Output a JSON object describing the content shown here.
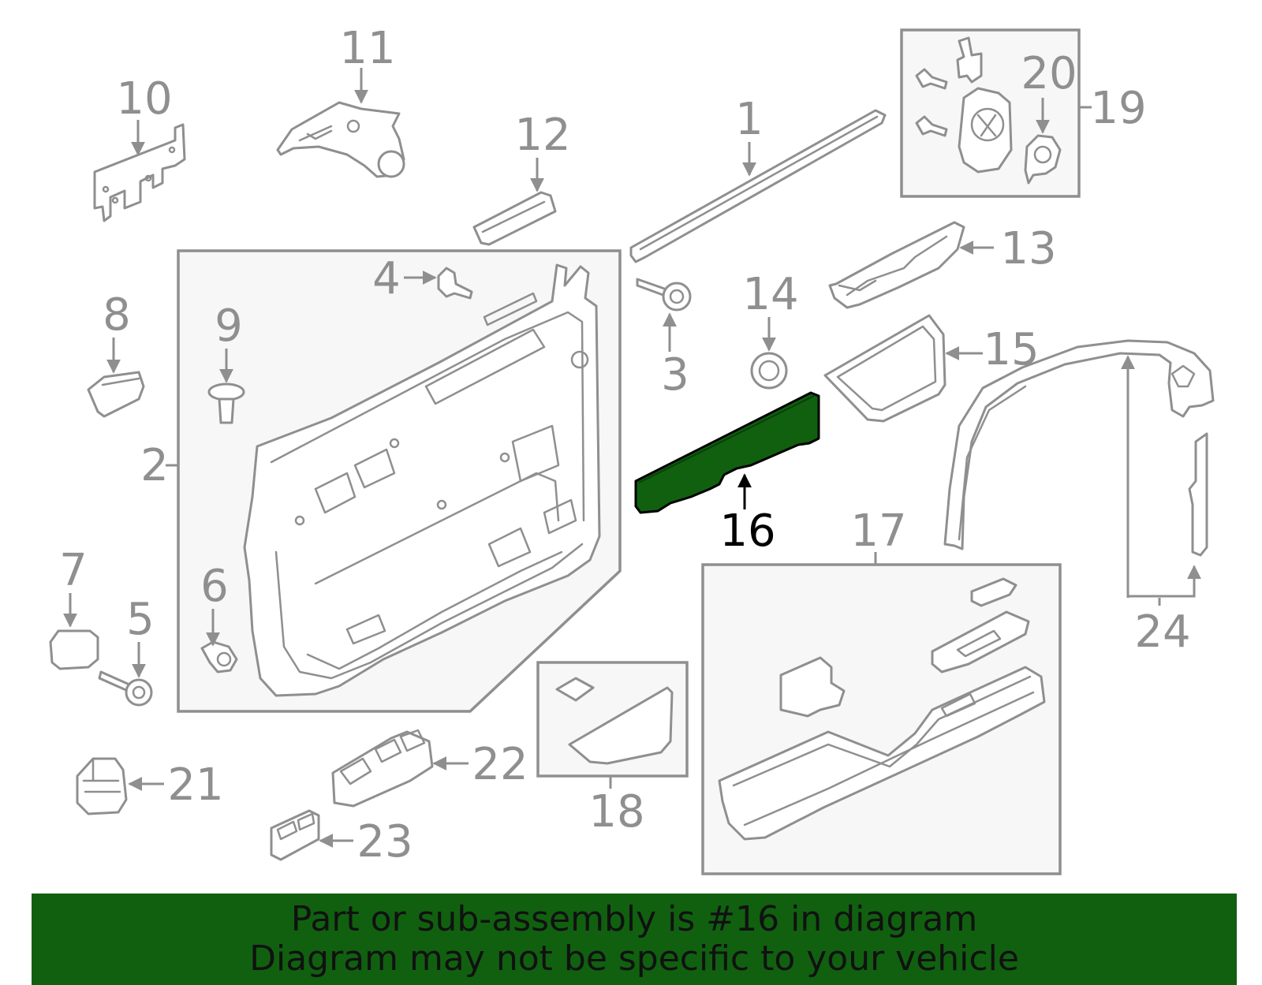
{
  "diagram": {
    "callouts": {
      "c1": "1",
      "c2": "2",
      "c3": "3",
      "c4": "4",
      "c5": "5",
      "c6": "6",
      "c7": "7",
      "c8": "8",
      "c9": "9",
      "c10": "10",
      "c11": "11",
      "c12": "12",
      "c13": "13",
      "c14": "14",
      "c15": "15",
      "c16": "16",
      "c17": "17",
      "c18": "18",
      "c19": "19",
      "c20": "20",
      "c21": "21",
      "c22": "22",
      "c23": "23",
      "c24": "24"
    },
    "highlight_part": "16",
    "colors": {
      "highlight_fill": "#106010",
      "banner_bg": "#106010",
      "line_gray": "#8f8f8f",
      "box_fill": "#f7f7f7"
    }
  },
  "banner": {
    "line1": "Part or sub-assembly is #16 in diagram",
    "line2": "Diagram may not be specific to your vehicle"
  }
}
